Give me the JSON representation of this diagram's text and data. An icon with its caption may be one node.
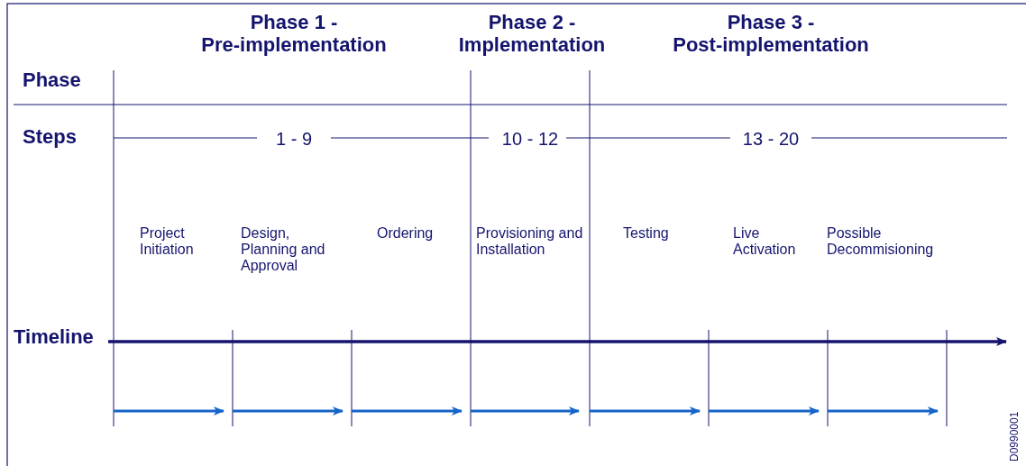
{
  "diagram": {
    "labels": [
      "Phase 1 - Pre-implementation",
      "Phase 2 - Implementation",
      "Phase 3 - Post-implementation",
      "Phase",
      "Steps",
      "1 - 9",
      "10 - 12",
      "13 - 20",
      "Project Initiation",
      "Design, Planning and Approval",
      "Ordering",
      "Provisioning and Installation",
      "Testing",
      "Live Activation",
      "Possible Decommisioning",
      "Timeline",
      "D0990001"
    ]
  }
}
